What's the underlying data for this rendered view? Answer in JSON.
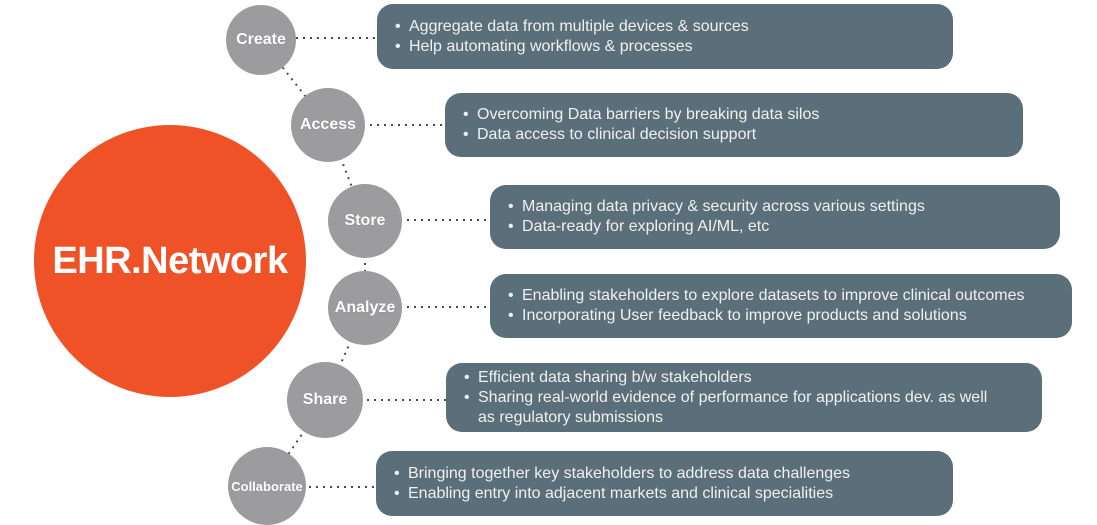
{
  "ui": {
    "bullet": "•"
  },
  "colors": {
    "hub_circle": "#EF5226",
    "step_node": "#9C9C9E",
    "callout_box": "#5B6F7A",
    "connector": "#4A4A4A",
    "text_on_dark": "#EFF1F0",
    "background": "#FFFFFF"
  },
  "hub": {
    "label": "EHR.Network"
  },
  "steps": [
    {
      "label": "Create",
      "bullets": [
        "Aggregate data from multiple devices & sources",
        "Help automating workflows & processes"
      ]
    },
    {
      "label": "Access",
      "bullets": [
        "Overcoming Data barriers by breaking data silos",
        "Data access to clinical decision support"
      ]
    },
    {
      "label": "Store",
      "bullets": [
        "Managing data privacy & security across various settings",
        "Data-ready for exploring AI/ML, etc"
      ]
    },
    {
      "label": "Analyze",
      "bullets": [
        "Enabling stakeholders to explore datasets to improve clinical outcomes",
        "Incorporating User feedback to improve products and solutions"
      ]
    },
    {
      "label": "Share",
      "bullets": [
        "Efficient data sharing b/w stakeholders",
        "Sharing real-world evidence of performance for applications dev. as well as regulatory submissions"
      ]
    },
    {
      "label": "Collaborate",
      "bullets": [
        "Bringing together key stakeholders to address data challenges",
        "Enabling entry into adjacent markets and clinical specialities"
      ]
    }
  ]
}
